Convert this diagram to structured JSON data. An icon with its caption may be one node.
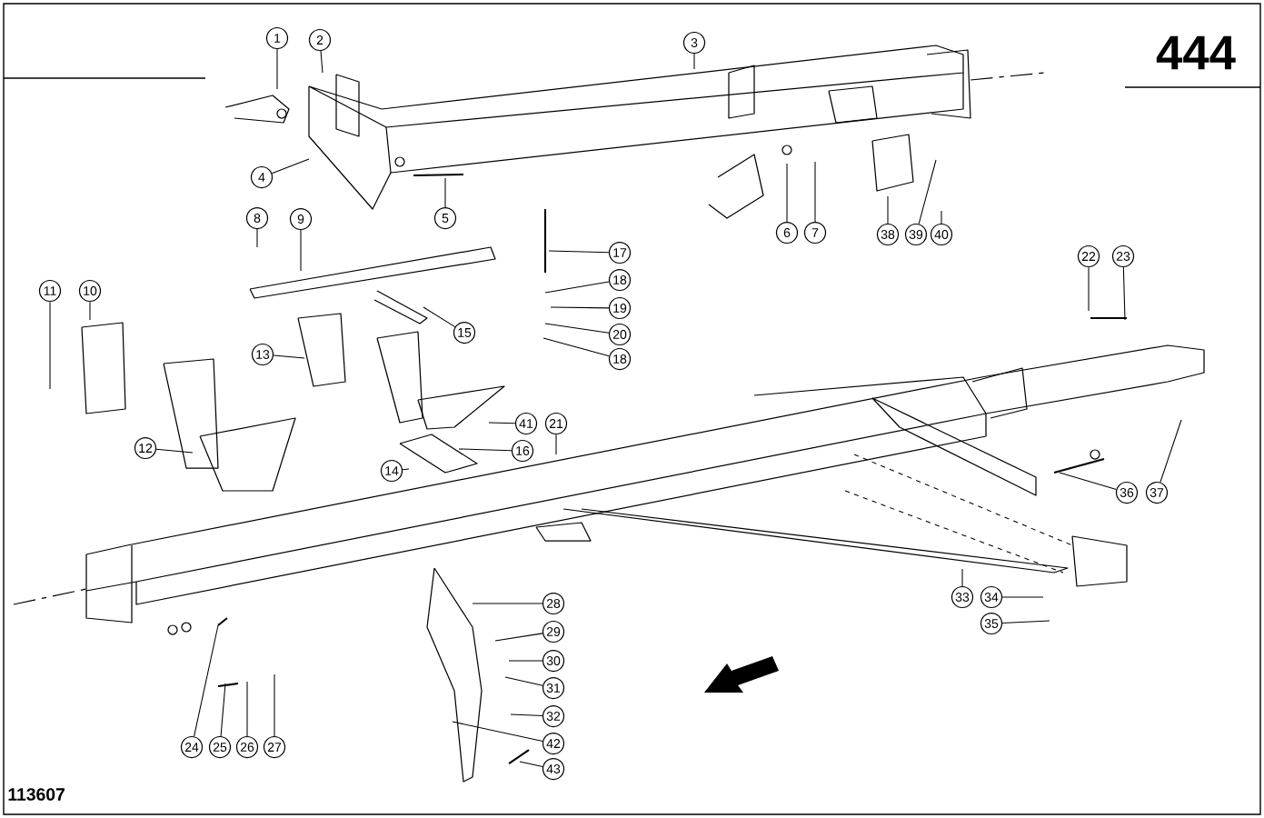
{
  "diagram": {
    "nodes": [
      {
        "text": [
          "1"
        ]
      },
      {
        "text": [
          "2"
        ]
      },
      {
        "text": [
          "3"
        ]
      },
      {
        "text": [
          "4"
        ]
      },
      {
        "text": [
          "5"
        ]
      },
      {
        "text": [
          "6"
        ]
      },
      {
        "text": [
          "7"
        ]
      },
      {
        "text": [
          "8"
        ]
      },
      {
        "text": [
          "9"
        ]
      },
      {
        "text": [
          "10"
        ]
      },
      {
        "text": [
          "11"
        ]
      },
      {
        "text": [
          "12"
        ]
      },
      {
        "text": [
          "13"
        ]
      },
      {
        "text": [
          "14"
        ]
      },
      {
        "text": [
          "15"
        ]
      },
      {
        "text": [
          "16"
        ]
      },
      {
        "text": [
          "17"
        ]
      },
      {
        "text": [
          "18"
        ]
      },
      {
        "text": [
          "19"
        ]
      },
      {
        "text": [
          "20"
        ]
      },
      {
        "text": [
          "18"
        ]
      },
      {
        "text": [
          "21"
        ]
      },
      {
        "text": [
          "22"
        ]
      },
      {
        "text": [
          "23"
        ]
      },
      {
        "text": [
          "24"
        ]
      },
      {
        "text": [
          "25"
        ]
      },
      {
        "text": [
          "26"
        ]
      },
      {
        "text": [
          "27"
        ]
      },
      {
        "text": [
          "28"
        ]
      },
      {
        "text": [
          "29"
        ]
      },
      {
        "text": [
          "30"
        ]
      },
      {
        "text": [
          "31"
        ]
      },
      {
        "text": [
          "32"
        ]
      },
      {
        "text": [
          "33"
        ]
      },
      {
        "text": [
          "34"
        ]
      },
      {
        "text": [
          "35"
        ]
      },
      {
        "text": [
          "36"
        ]
      },
      {
        "text": [
          "37"
        ]
      },
      {
        "text": [
          "38"
        ]
      },
      {
        "text": [
          "39"
        ]
      },
      {
        "text": [
          "40"
        ]
      },
      {
        "text": [
          "41"
        ]
      },
      {
        "text": [
          "42"
        ]
      },
      {
        "text": [
          "43"
        ]
      }
    ],
    "edges": [
      {
        "from": 0,
        "to": null,
        "arrow": "none"
      },
      {
        "from": 1,
        "to": null,
        "arrow": "none"
      },
      {
        "from": 2,
        "to": null,
        "arrow": "none"
      },
      {
        "from": 3,
        "to": null,
        "arrow": "none"
      },
      {
        "from": 4,
        "to": null,
        "arrow": "none"
      },
      {
        "from": 5,
        "to": null,
        "arrow": "none"
      },
      {
        "from": 6,
        "to": null,
        "arrow": "none"
      },
      {
        "from": 7,
        "to": null,
        "arrow": "none"
      },
      {
        "from": 8,
        "to": null,
        "arrow": "none"
      },
      {
        "from": 9,
        "to": null,
        "arrow": "none"
      },
      {
        "from": 10,
        "to": null,
        "arrow": "none"
      },
      {
        "from": 11,
        "to": null,
        "arrow": "none"
      },
      {
        "from": 12,
        "to": null,
        "arrow": "none"
      },
      {
        "from": 13,
        "to": null,
        "arrow": "none"
      },
      {
        "from": 14,
        "to": null,
        "arrow": "none"
      },
      {
        "from": 15,
        "to": null,
        "arrow": "none"
      },
      {
        "from": 16,
        "to": null,
        "arrow": "none"
      },
      {
        "from": 17,
        "to": null,
        "arrow": "none"
      },
      {
        "from": 18,
        "to": null,
        "arrow": "none"
      },
      {
        "from": 19,
        "to": null,
        "arrow": "none"
      },
      {
        "from": 20,
        "to": null,
        "arrow": "none"
      },
      {
        "from": 21,
        "to": null,
        "arrow": "none"
      },
      {
        "from": 22,
        "to": null,
        "arrow": "none"
      },
      {
        "from": 23,
        "to": null,
        "arrow": "none"
      },
      {
        "from": 24,
        "to": null,
        "arrow": "none"
      },
      {
        "from": 25,
        "to": null,
        "arrow": "none"
      },
      {
        "from": 26,
        "to": null,
        "arrow": "none"
      },
      {
        "from": 27,
        "to": null,
        "arrow": "none"
      },
      {
        "from": 28,
        "to": null,
        "arrow": "none"
      },
      {
        "from": 29,
        "to": null,
        "arrow": "none"
      },
      {
        "from": 30,
        "to": null,
        "arrow": "none"
      },
      {
        "from": 31,
        "to": null,
        "arrow": "none"
      },
      {
        "from": 32,
        "to": null,
        "arrow": "none"
      },
      {
        "from": 33,
        "to": null,
        "arrow": "none"
      },
      {
        "from": 34,
        "to": null,
        "arrow": "none"
      },
      {
        "from": 35,
        "to": null,
        "arrow": "none"
      },
      {
        "from": 36,
        "to": null,
        "arrow": "none"
      },
      {
        "from": 37,
        "to": null,
        "arrow": "none"
      },
      {
        "from": 38,
        "to": null,
        "arrow": "none"
      },
      {
        "from": 39,
        "to": null,
        "arrow": "none"
      },
      {
        "from": 40,
        "to": null,
        "arrow": "none"
      },
      {
        "from": 41,
        "to": null,
        "arrow": "none"
      },
      {
        "from": 42,
        "to": null,
        "arrow": "none"
      },
      {
        "from": 43,
        "to": null,
        "arrow": "none"
      }
    ],
    "labels": [
      "444",
      "113607"
    ]
  }
}
